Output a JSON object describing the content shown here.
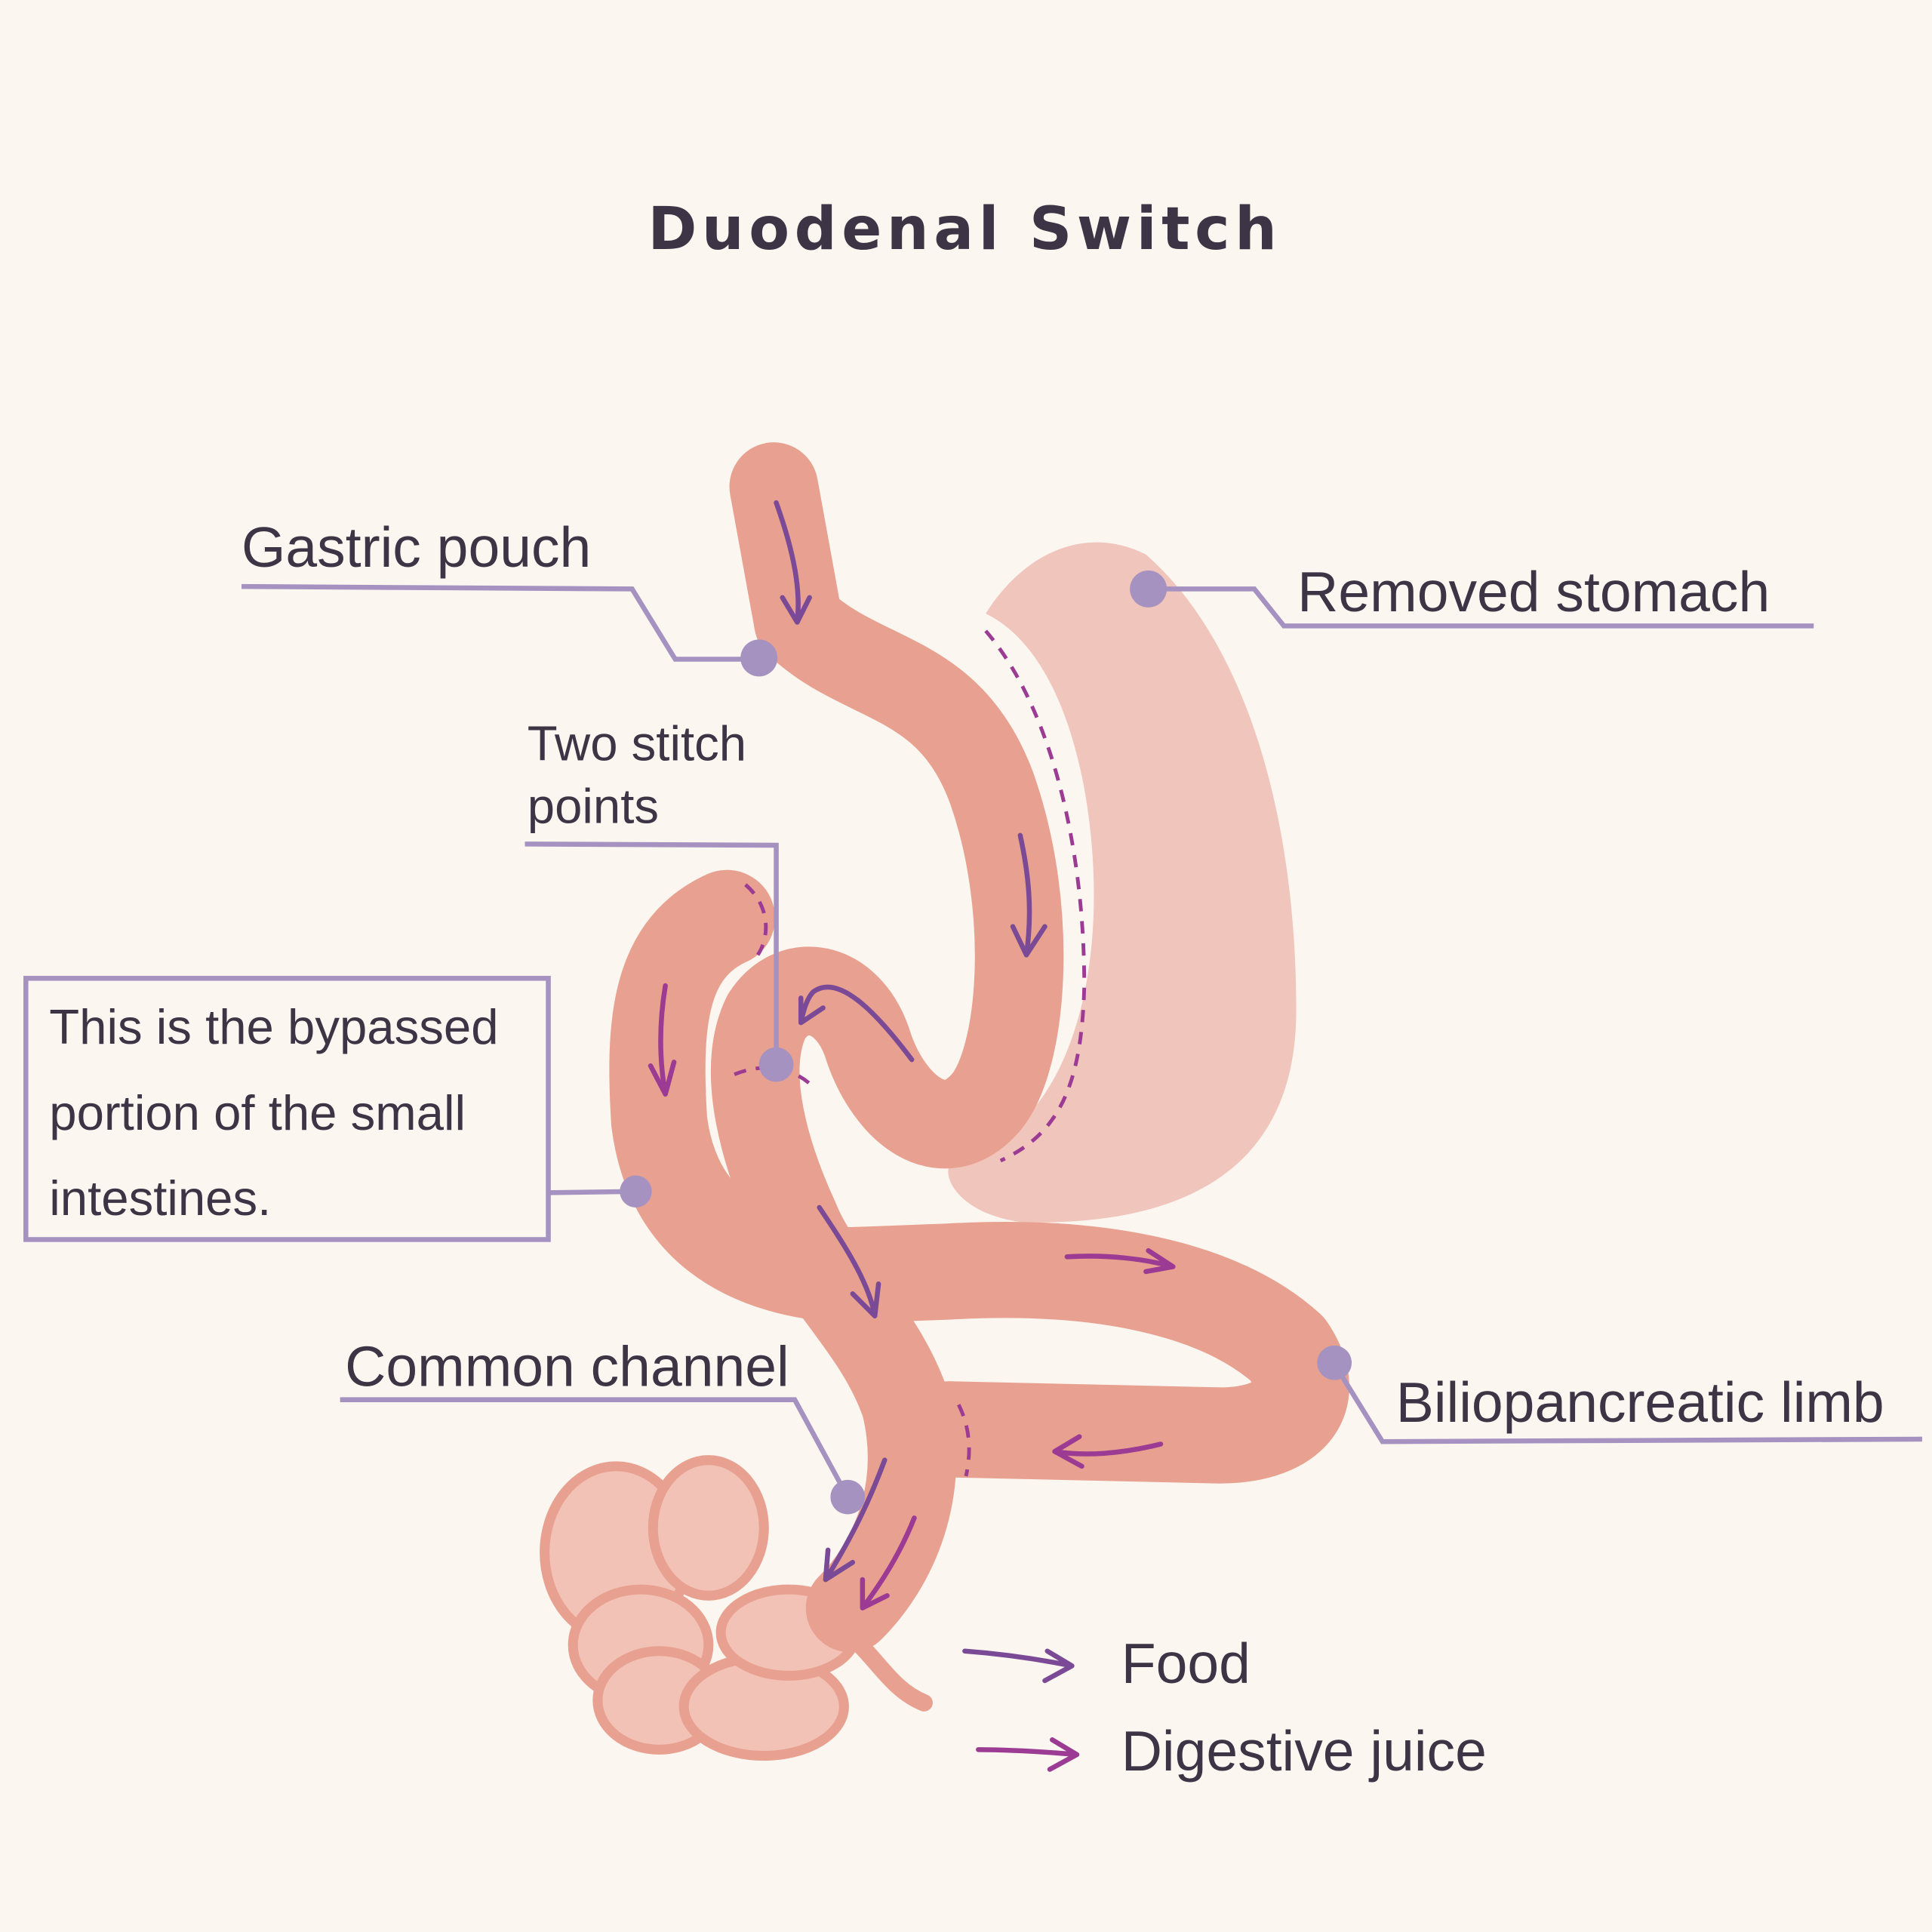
{
  "title": "Duodenal Switch",
  "labels": {
    "gastric_pouch": "Gastric pouch",
    "removed_stomach": "Removed stomach",
    "stitch_line1": "Two stitch",
    "stitch_line2": "points",
    "bypassed_line1": "This is the bypassed",
    "bypassed_line2": "portion of the small",
    "bypassed_line3": "intestines.",
    "common_channel": "Common channel",
    "biliopancreatic_limb": "Biliopancreatic limb"
  },
  "legend": {
    "food": "Food",
    "digestive_juice": "Digestive juice"
  },
  "colors": {
    "background": "#fcf6f0",
    "intestine": "#e8a190",
    "removed_stomach": "#f0c5bb",
    "pancreas": "#f2c2b6",
    "leader_line": "#a592c0",
    "food_arrow": "#7a4a96",
    "juice_arrow": "#9b3b93",
    "text": "#3d3545"
  }
}
